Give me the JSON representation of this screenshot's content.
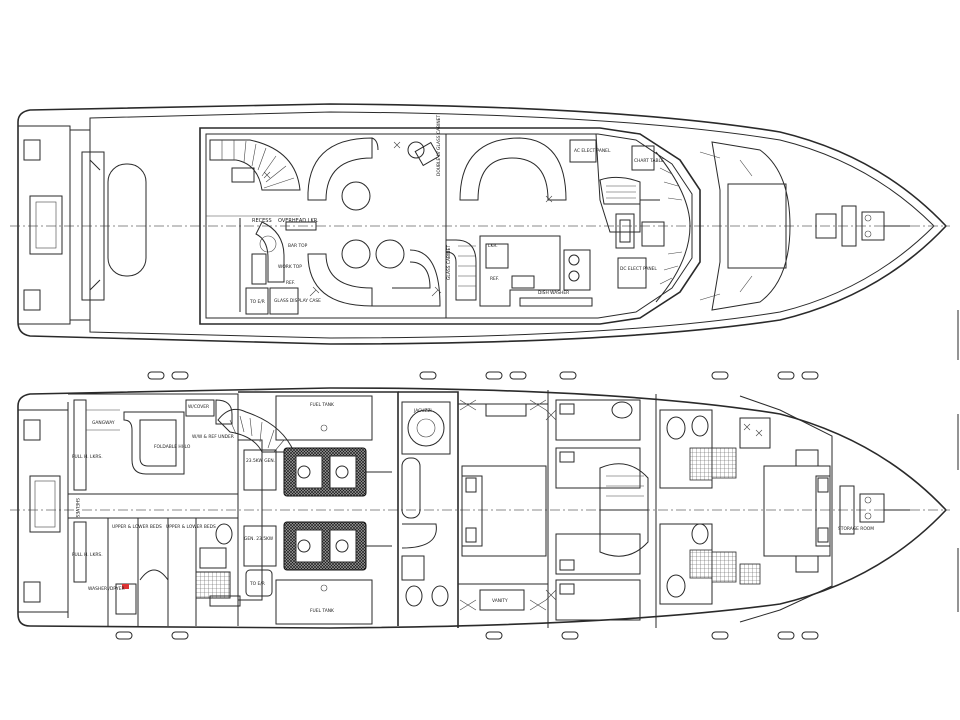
{
  "upper_deck": {
    "labels": {
      "recess": "RECESS",
      "overhead_lkr": "OVERHEAD LKR.",
      "bar_top": "BAR TOP",
      "work_top": "WORK TOP",
      "ref_left": "REF.",
      "to_er": "TO E/R",
      "glass_display_case": "GLASS DISPLAY CASE",
      "double_lv_glass_cabinet": "DOUBLE LV GLASS CABINET",
      "lkr": "LKR.",
      "ref_galley": "REF.",
      "dish_washer": "DISH WASHER",
      "glass_cabinet": "GLASS CABINET",
      "ac_elect_panel": "AC ELECT PANEL",
      "chart_table": "CHART TABLE",
      "dc_elect_panel": "DC ELECT PANEL"
    }
  },
  "lower_deck": {
    "labels": {
      "gangway": "GANGWAY",
      "full_h_lkrs_top": "FULL H. LKRS.",
      "shelves": "SHELVES",
      "w_cover": "W/COVER",
      "ww_ref_under": "W/W & REF UNDER",
      "foldable_hilo": "FOLDABLE HI-LO",
      "gen_upper": "23.5KW GEN.",
      "fuel_tank_top": "FUEL TANK",
      "jacuzzi": "JACUZZI",
      "full_h_lkrs_bottom": "FULL H. LKRS.",
      "upper_lower_beds_1": "UPPER & LOWER BEDS",
      "upper_lower_beds_2": "UPPER & LOWER BEDS",
      "washer_dryer": "WASHER /DRYER",
      "gen_lower": "GEN. 23.5KW",
      "to_er": "TO E/R",
      "fuel_tank_bottom": "FUEL TANK",
      "vanity": "VANITY",
      "storage_room": "STORAGE ROOM"
    }
  }
}
